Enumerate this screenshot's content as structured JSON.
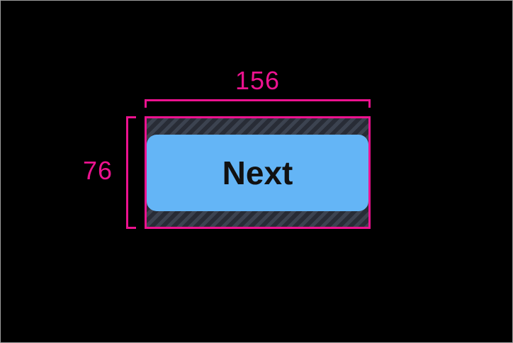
{
  "canvas": {
    "background": "#000000",
    "frame_border_color": "#9e9e9e"
  },
  "measurement": {
    "width_label": "156",
    "height_label": "76",
    "annotation_color": "#ec128f"
  },
  "padding_overlay": {
    "base_color": "#3c4350",
    "stripe_color": "#282c36",
    "stripe_direction": "diagonal"
  },
  "button": {
    "label": "Next",
    "background": "#64b5f6",
    "text_color": "#111111"
  }
}
